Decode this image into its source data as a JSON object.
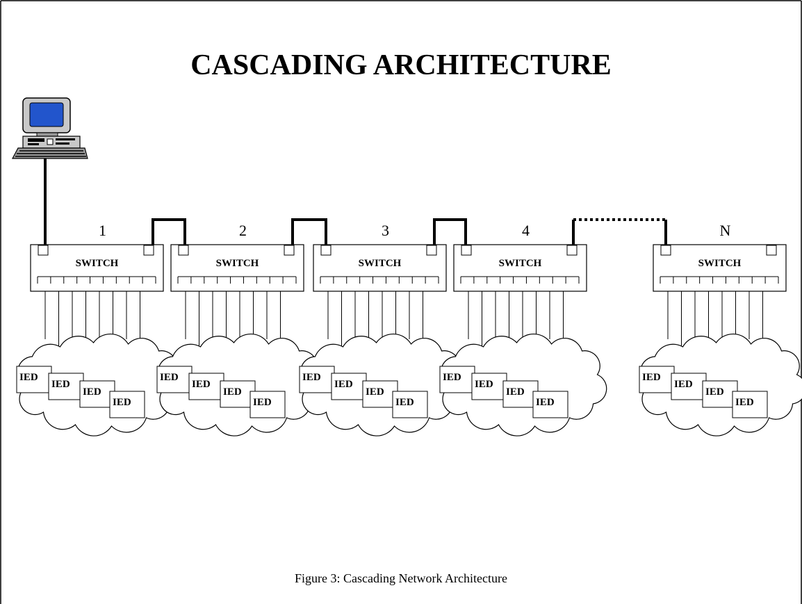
{
  "title": "CASCADING ARCHITECTURE",
  "caption": "Figure 3:  Cascading Network Architecture",
  "switch_label": "SWITCH",
  "device_label": "IED",
  "switches": [
    {
      "number": "1"
    },
    {
      "number": "2"
    },
    {
      "number": "3"
    },
    {
      "number": "4"
    },
    {
      "number": "N"
    }
  ]
}
